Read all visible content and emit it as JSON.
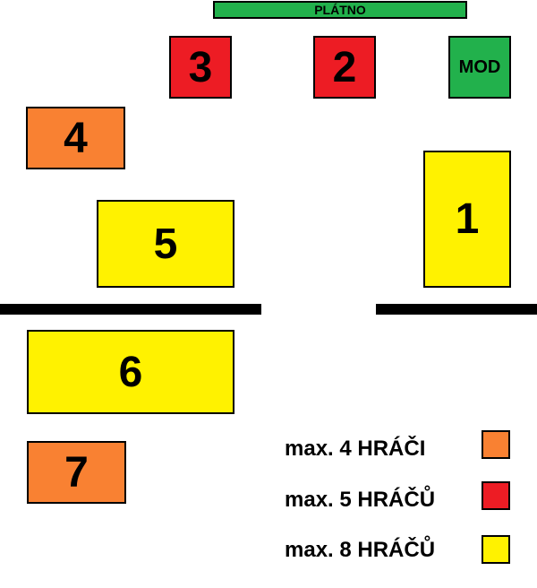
{
  "colors": {
    "orange": "#F98132",
    "red": "#ED1C24",
    "yellow": "#FFF200",
    "green": "#22B14C",
    "wall": "#000000"
  },
  "screen": {
    "label": "PLÁTNO"
  },
  "moderator": {
    "label": "MOD"
  },
  "tables": [
    {
      "label": "1",
      "color": "yellow"
    },
    {
      "label": "2",
      "color": "red"
    },
    {
      "label": "3",
      "color": "red"
    },
    {
      "label": "4",
      "color": "orange"
    },
    {
      "label": "5",
      "color": "yellow"
    },
    {
      "label": "6",
      "color": "yellow"
    },
    {
      "label": "7",
      "color": "orange"
    }
  ],
  "legend": [
    {
      "label": "max. 4 HRÁČI",
      "color": "orange"
    },
    {
      "label": "max. 5 HRÁČŮ",
      "color": "red"
    },
    {
      "label": "max. 8 HRÁČŮ",
      "color": "yellow"
    }
  ]
}
